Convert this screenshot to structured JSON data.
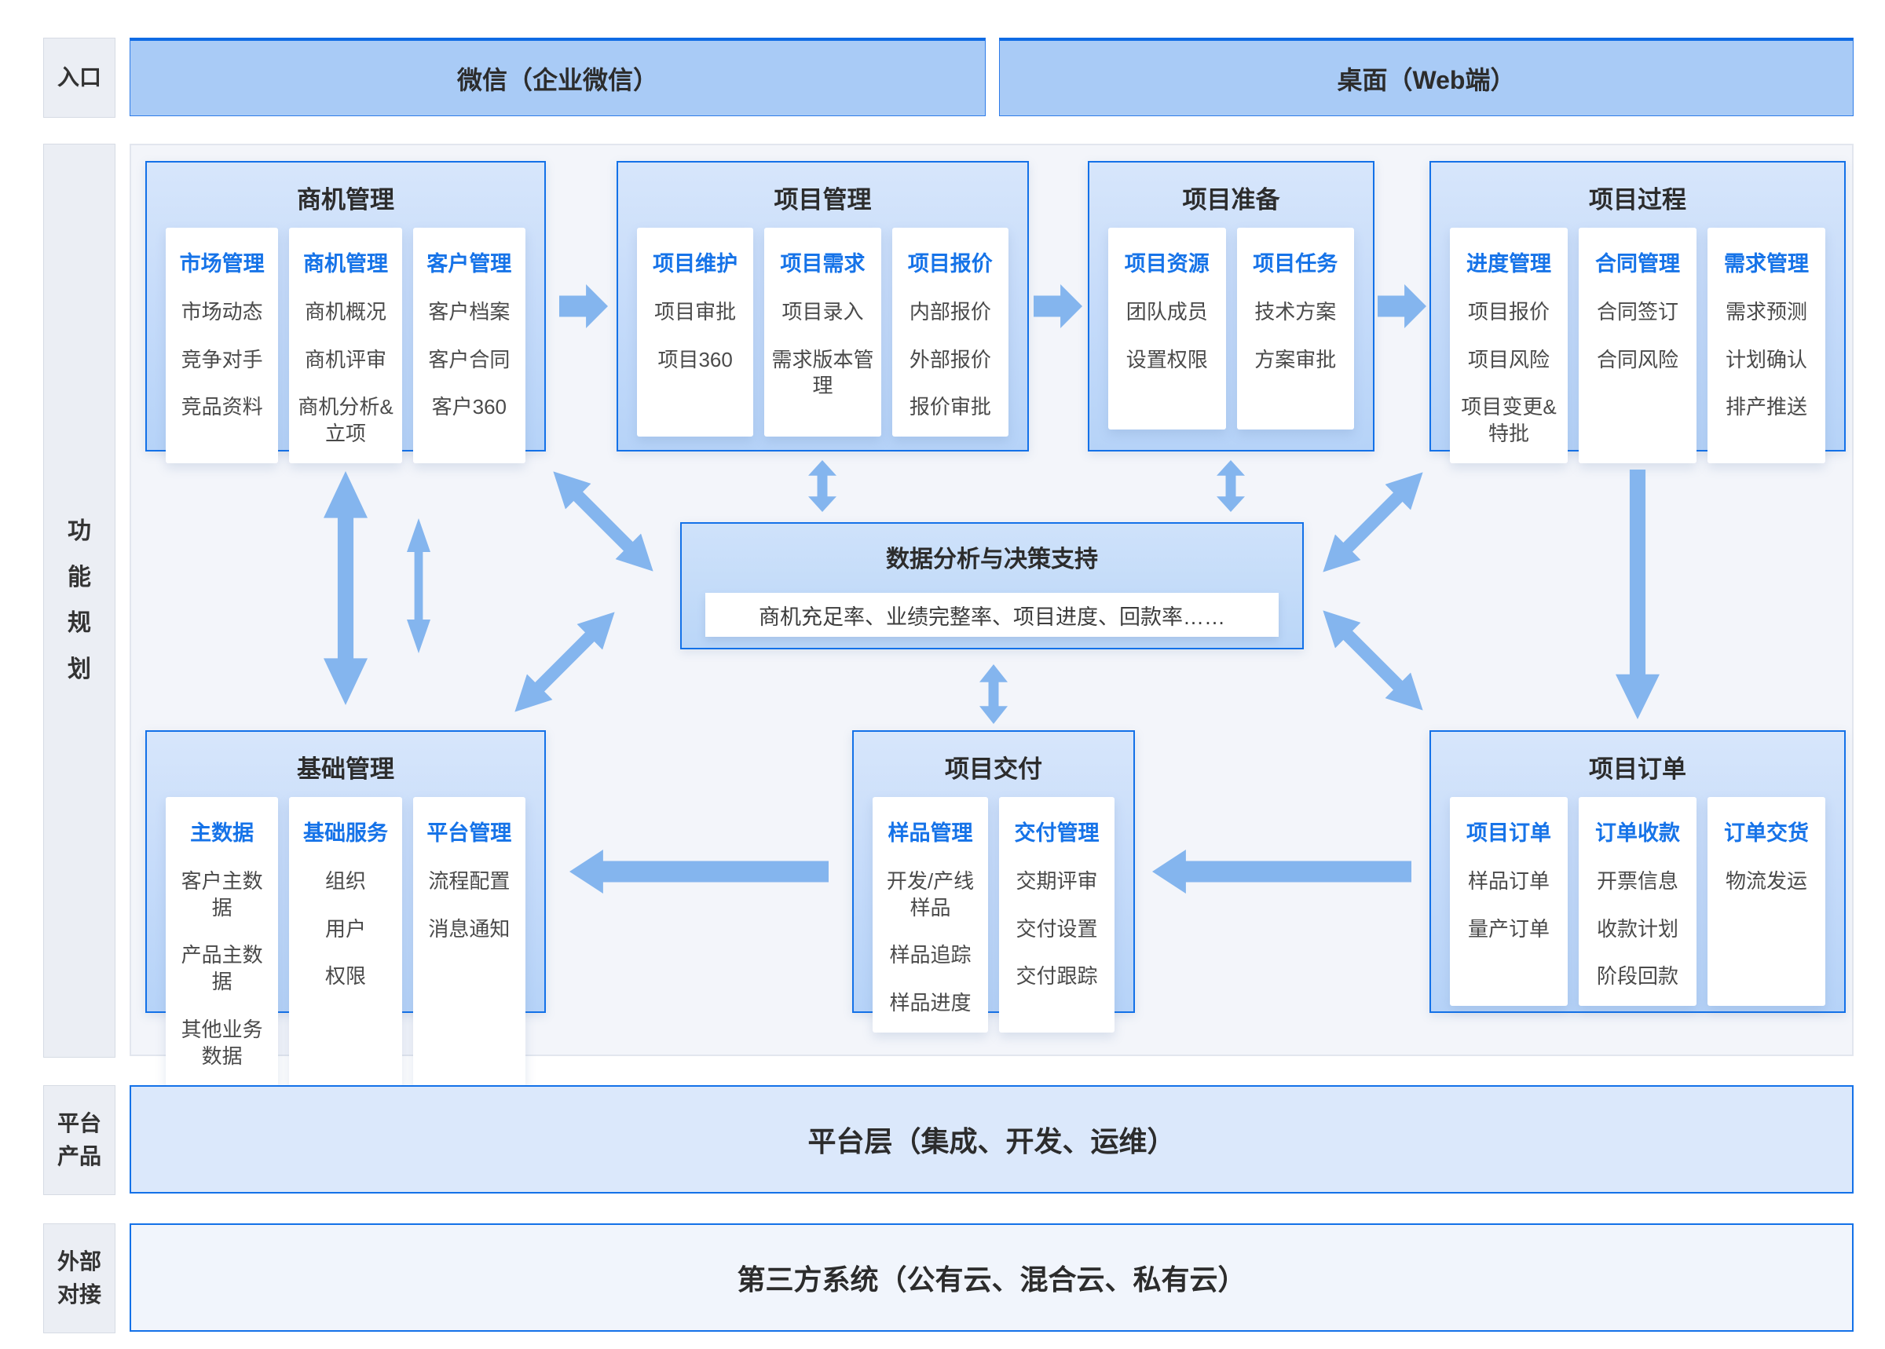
{
  "entry": {
    "label": "入口",
    "wechat_bar": "微信（企业微信）",
    "desktop_bar": "桌面（Web端）"
  },
  "sidebar": {
    "function_planning": "功能规划",
    "platform_product": "平台产品",
    "external_integration": "外部对接"
  },
  "cards": {
    "opportunity": {
      "title": "商机管理",
      "cols": [
        {
          "h": "市场管理",
          "items": [
            "市场动态",
            "竞争对手",
            "竞品资料"
          ]
        },
        {
          "h": "商机管理",
          "items": [
            "商机概况",
            "商机评审",
            "商机分析&立项"
          ]
        },
        {
          "h": "客户管理",
          "items": [
            "客户档案",
            "客户合同",
            "客户360"
          ]
        }
      ]
    },
    "project_mgmt": {
      "title": "项目管理",
      "cols": [
        {
          "h": "项目维护",
          "items": [
            "项目审批",
            "项目360"
          ]
        },
        {
          "h": "项目需求",
          "items": [
            "项目录入",
            "需求版本管理"
          ]
        },
        {
          "h": "项目报价",
          "items": [
            "内部报价",
            "外部报价",
            "报价审批"
          ]
        }
      ]
    },
    "project_prep": {
      "title": "项目准备",
      "cols": [
        {
          "h": "项目资源",
          "items": [
            "团队成员",
            "设置权限"
          ]
        },
        {
          "h": "项目任务",
          "items": [
            "技术方案",
            "方案审批"
          ]
        }
      ]
    },
    "project_process": {
      "title": "项目过程",
      "cols": [
        {
          "h": "进度管理",
          "items": [
            "项目报价",
            "项目风险",
            "项目变更&特批"
          ]
        },
        {
          "h": "合同管理",
          "items": [
            "合同签订",
            "合同风险"
          ]
        },
        {
          "h": "需求管理",
          "items": [
            "需求预测",
            "计划确认",
            "排产推送"
          ]
        }
      ]
    },
    "foundation": {
      "title": "基础管理",
      "cols": [
        {
          "h": "主数据",
          "items": [
            "客户主数据",
            "产品主数据",
            "其他业务数据"
          ]
        },
        {
          "h": "基础服务",
          "items": [
            "组织",
            "用户",
            "权限"
          ]
        },
        {
          "h": "平台管理",
          "items": [
            "流程配置",
            "消息通知"
          ]
        }
      ]
    },
    "delivery": {
      "title": "项目交付",
      "cols": [
        {
          "h": "样品管理",
          "items": [
            "开发/产线样品",
            "样品追踪",
            "样品进度"
          ]
        },
        {
          "h": "交付管理",
          "items": [
            "交期评审",
            "交付设置",
            "交付跟踪"
          ]
        }
      ]
    },
    "order": {
      "title": "项目订单",
      "cols": [
        {
          "h": "项目订单",
          "items": [
            "样品订单",
            "量产订单"
          ]
        },
        {
          "h": "订单收款",
          "items": [
            "开票信息",
            "收款计划",
            "阶段回款"
          ]
        },
        {
          "h": "订单交货",
          "items": [
            "物流发运"
          ]
        }
      ]
    }
  },
  "analysis": {
    "title": "数据分析与决策支持",
    "metrics": "商机充足率、业绩完整率、项目进度、回款率……"
  },
  "platform": {
    "bar": "平台层（集成、开发、运维）"
  },
  "external": {
    "bar": "第三方系统（公有云、混合云、私有云）"
  },
  "colors": {
    "accent_blue": "#1371e8",
    "header_text_blue": "#1673e8",
    "arrow_blue": "#84b5ee",
    "entry_bar_fill": "#a9cbf6",
    "card_gradient_top": "#d7e6fb",
    "card_gradient_bottom": "#b6d3f8",
    "platform_bar_fill": "#dbe8fb",
    "external_bar_fill": "#f1f5fc",
    "panel_fill": "#f3f5fa"
  }
}
